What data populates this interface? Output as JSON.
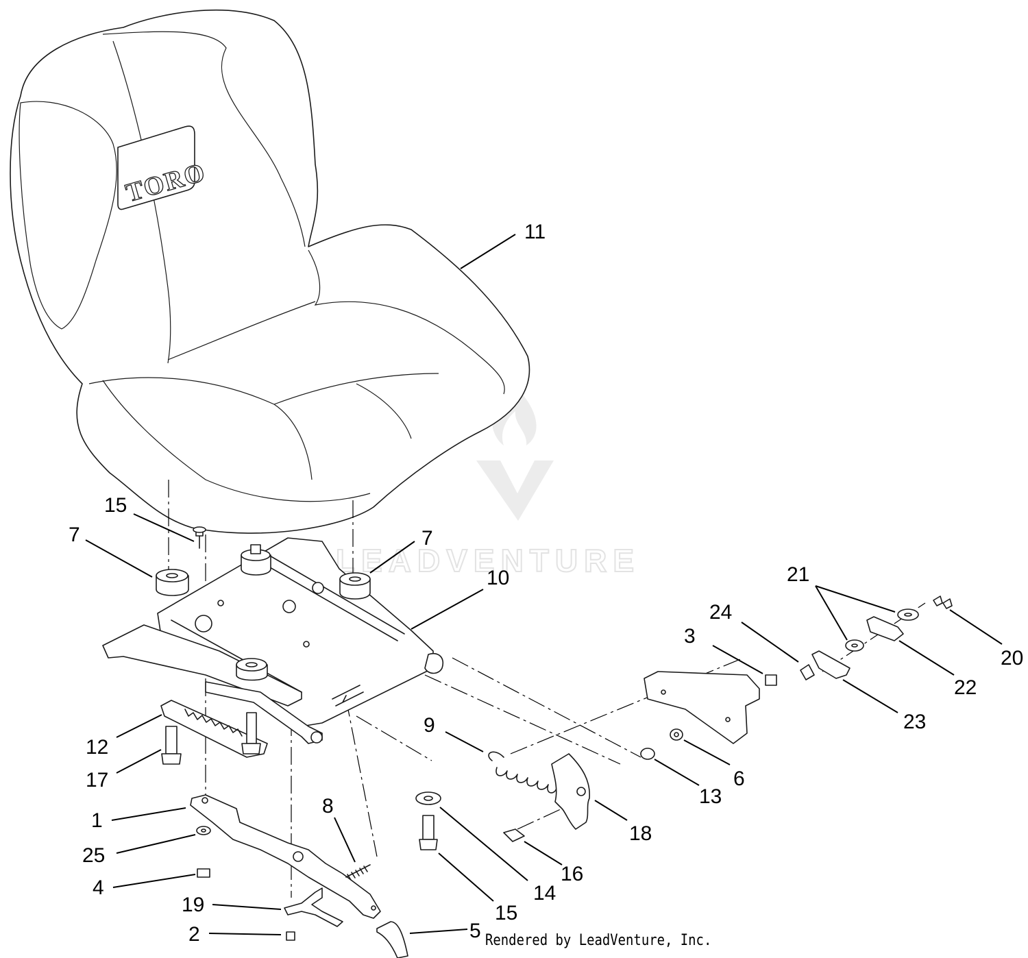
{
  "diagram": {
    "brand_text": "TORO",
    "watermark_text": "LEADVENTURE",
    "credit": "Rendered by LeadVenture, Inc.",
    "callouts": [
      {
        "id": "c11",
        "text": "11"
      },
      {
        "id": "c15a",
        "text": "15"
      },
      {
        "id": "c7a",
        "text": "7"
      },
      {
        "id": "c7b",
        "text": "7"
      },
      {
        "id": "c10",
        "text": "10"
      },
      {
        "id": "c12",
        "text": "12"
      },
      {
        "id": "c17",
        "text": "17"
      },
      {
        "id": "c1",
        "text": "1"
      },
      {
        "id": "c25",
        "text": "25"
      },
      {
        "id": "c4",
        "text": "4"
      },
      {
        "id": "c19",
        "text": "19"
      },
      {
        "id": "c2",
        "text": "2"
      },
      {
        "id": "c8",
        "text": "8"
      },
      {
        "id": "c9",
        "text": "9"
      },
      {
        "id": "c14",
        "text": "14"
      },
      {
        "id": "c15b",
        "text": "15"
      },
      {
        "id": "c16",
        "text": "16"
      },
      {
        "id": "c5",
        "text": "5"
      },
      {
        "id": "c18",
        "text": "18"
      },
      {
        "id": "c13",
        "text": "13"
      },
      {
        "id": "c6",
        "text": "6"
      },
      {
        "id": "c3",
        "text": "3"
      },
      {
        "id": "c24",
        "text": "24"
      },
      {
        "id": "c21",
        "text": "21"
      },
      {
        "id": "c23",
        "text": "23"
      },
      {
        "id": "c22",
        "text": "22"
      },
      {
        "id": "c20",
        "text": "20"
      }
    ]
  }
}
